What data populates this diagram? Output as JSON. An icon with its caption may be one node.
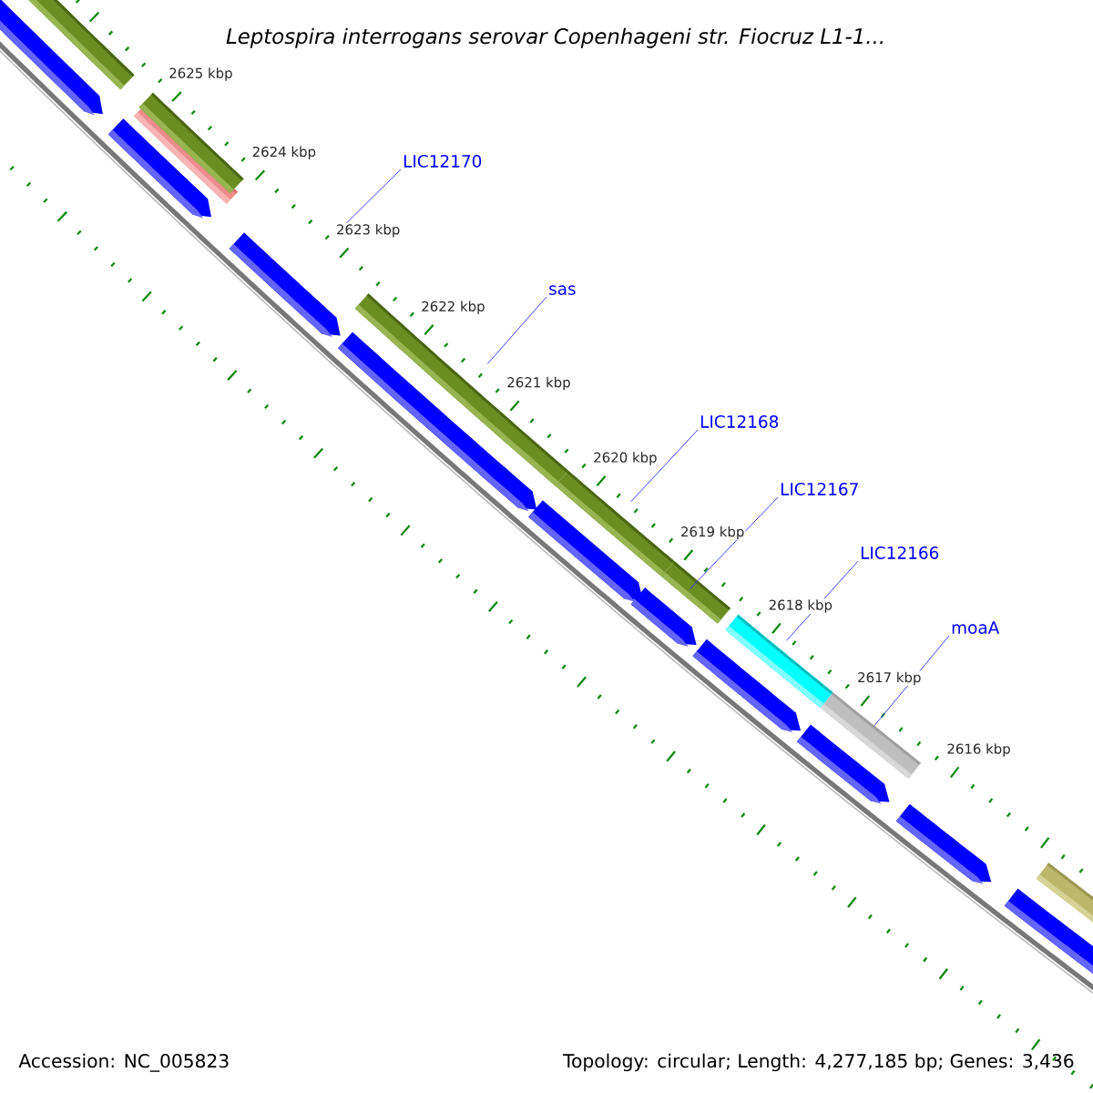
{
  "diagram": {
    "title": "Leptospira interrogans serovar Copenhageni str. Fiocruz L1-1...",
    "nodes": [
      {
        "text": [],
        "shape": "arrow"
      },
      {
        "text": [],
        "shape": "arrow"
      },
      {
        "text": [],
        "shape": "arrow"
      },
      {
        "text": [],
        "shape": "arrow"
      },
      {
        "text": [],
        "shape": "arrow"
      },
      {
        "text": [],
        "shape": "arrow"
      },
      {
        "text": [],
        "shape": "arrow"
      },
      {
        "text": [],
        "shape": "arrow"
      },
      {
        "text": [],
        "shape": "arrow"
      },
      {
        "text": [],
        "shape": "arrow"
      },
      {
        "text": [
          "LIC12170"
        ]
      },
      {
        "text": [
          "sas"
        ]
      },
      {
        "text": [
          "LIC12168"
        ]
      },
      {
        "text": [
          "LIC12167"
        ]
      },
      {
        "text": [
          "LIC12166"
        ]
      },
      {
        "text": [
          "moaA"
        ]
      }
    ],
    "edges": [
      {
        "from": 10,
        "to": 2,
        "arrow": "none"
      },
      {
        "from": 11,
        "to": 3,
        "arrow": "none"
      },
      {
        "from": 12,
        "to": 4,
        "arrow": "none"
      },
      {
        "from": 13,
        "to": 5,
        "arrow": "none"
      },
      {
        "from": 14,
        "to": 6,
        "arrow": "none"
      },
      {
        "from": 15,
        "to": 7,
        "arrow": "none"
      }
    ],
    "labels": [
      "2625 kbp",
      "2624 kbp",
      "2623 kbp",
      "2622 kbp",
      "2621 kbp",
      "2620 kbp",
      "2619 kbp",
      "2618 kbp",
      "2617 kbp",
      "2616 kbp",
      "Accession: NC_005823",
      "Topology: circular; Length: 4,277,185 bp; Genes: 3,436"
    ]
  }
}
